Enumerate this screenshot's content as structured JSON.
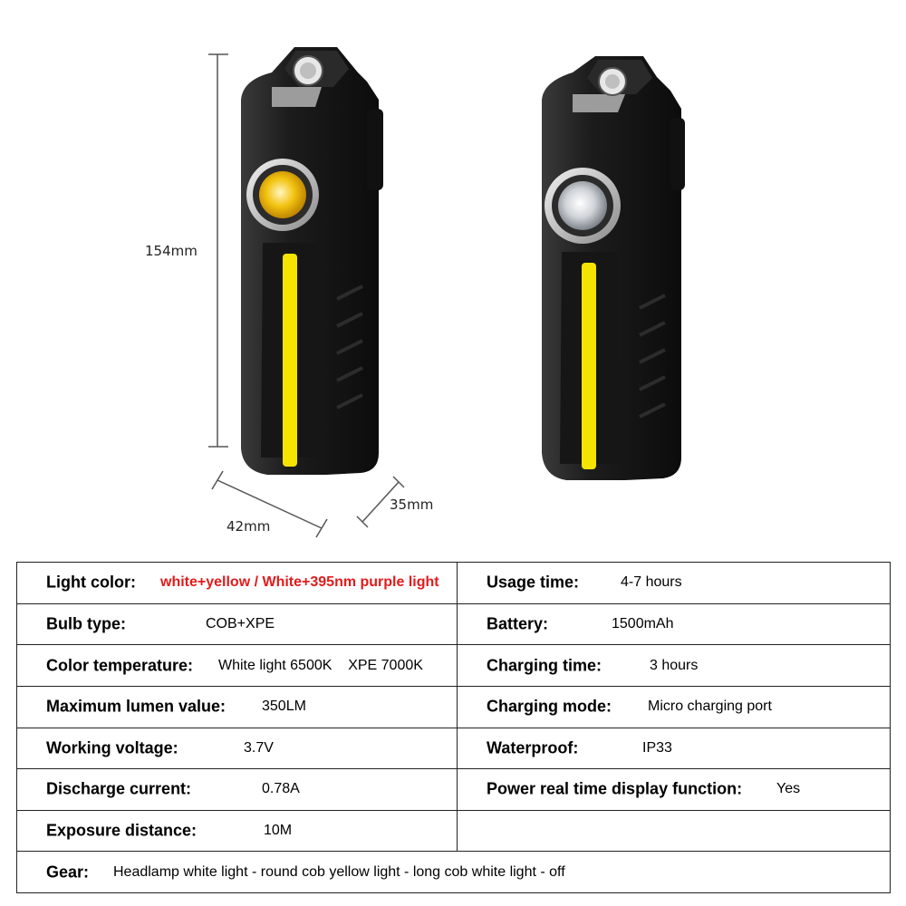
{
  "dimensions": {
    "height": "154mm",
    "width": "42mm",
    "depth": "35mm"
  },
  "colors": {
    "cob": "#f5e400",
    "accent_red": "#e31b1b",
    "body": "#1a1a1a"
  },
  "specs": {
    "light_color": {
      "label": "Light color:",
      "value": "white+yellow / White+395nm purple light"
    },
    "bulb_type": {
      "label": "Bulb type:",
      "value": "COB+XPE"
    },
    "color_temperature": {
      "label": "Color temperature:",
      "value": "White light 6500K    XPE 7000K"
    },
    "maximum_lumen": {
      "label": "Maximum lumen value:",
      "value": "350LM"
    },
    "working_voltage": {
      "label": "Working voltage:",
      "value": "3.7V"
    },
    "discharge_current": {
      "label": "Discharge current:",
      "value": "0.78A"
    },
    "exposure_distance": {
      "label": "Exposure distance:",
      "value": "10M"
    },
    "usage_time": {
      "label": "Usage time:",
      "value": "4-7 hours"
    },
    "battery": {
      "label": "Battery:",
      "value": "1500mAh"
    },
    "charging_time": {
      "label": "Charging time:",
      "value": "3 hours"
    },
    "charging_mode": {
      "label": "Charging mode:",
      "value": "Micro charging port"
    },
    "waterproof": {
      "label": "Waterproof:",
      "value": "IP33"
    },
    "power_display": {
      "label": "Power real time display function:",
      "value": "Yes"
    },
    "gear": {
      "label": "Gear:",
      "value": "Headlamp white light - round cob yellow light - long cob white light - off"
    }
  }
}
